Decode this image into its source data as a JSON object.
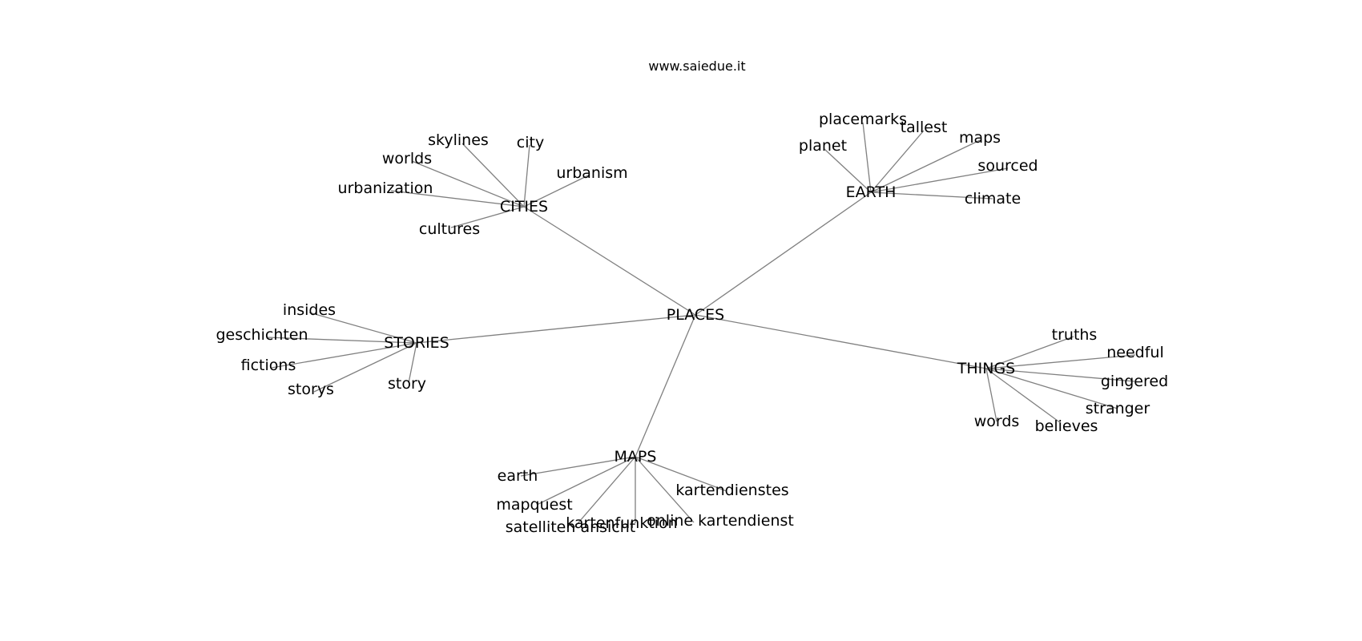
{
  "site": "www.saiedue.it",
  "center": "PLACES",
  "hubs": [
    {
      "label": "CITIES",
      "leaves": [
        "skylines",
        "city",
        "worlds",
        "urbanism",
        "urbanization",
        "cultures"
      ]
    },
    {
      "label": "EARTH",
      "leaves": [
        "placemarks",
        "tallest",
        "maps",
        "planet",
        "sourced",
        "climate"
      ]
    },
    {
      "label": "STORIES",
      "leaves": [
        "insides",
        "geschichten",
        "fictions",
        "storys",
        "story"
      ]
    },
    {
      "label": "THINGS",
      "leaves": [
        "truths",
        "needful",
        "gingered",
        "stranger",
        "believes",
        "words"
      ]
    },
    {
      "label": "MAPS",
      "leaves": [
        "earth",
        "kartendienstes",
        "mapquest",
        "online kartendienst",
        "kartenfunktion",
        "satelliten ansicht"
      ]
    }
  ]
}
